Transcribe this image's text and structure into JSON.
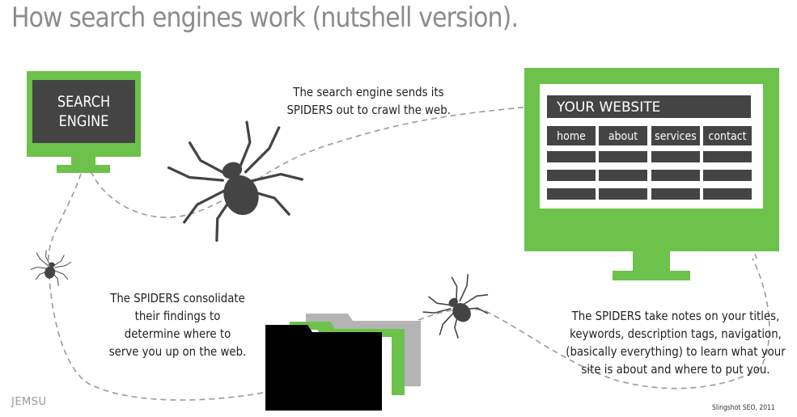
{
  "title": "How search engines work (nutshell version).",
  "search_engine": {
    "line1": "SEARCH",
    "line2": "ENGINE"
  },
  "website": {
    "title": "YOUR WEBSITE",
    "nav": [
      "home",
      "about",
      "services",
      "contact"
    ]
  },
  "captions": {
    "send": [
      "The search engine sends its",
      "SPIDERS out to crawl the web."
    ],
    "consolidate": [
      "The SPIDERS consolidate",
      "their findings to",
      "determine where to",
      "serve you up on the web."
    ],
    "notes": [
      "The SPIDERS take notes on your titles,",
      "keywords, description tags, navigation,",
      "(basically everything) to learn what your",
      "site is about and where to put you."
    ]
  },
  "logo": "JEMSU",
  "credit": "Slingshot SEO, 2011",
  "colors": {
    "green": "#6cc24a",
    "dark": "#444444",
    "light_gray": "#b4b4b4",
    "title_gray": "#8c8c8c"
  },
  "icons": [
    "spider-icon",
    "monitor-icon",
    "folder-icon"
  ]
}
